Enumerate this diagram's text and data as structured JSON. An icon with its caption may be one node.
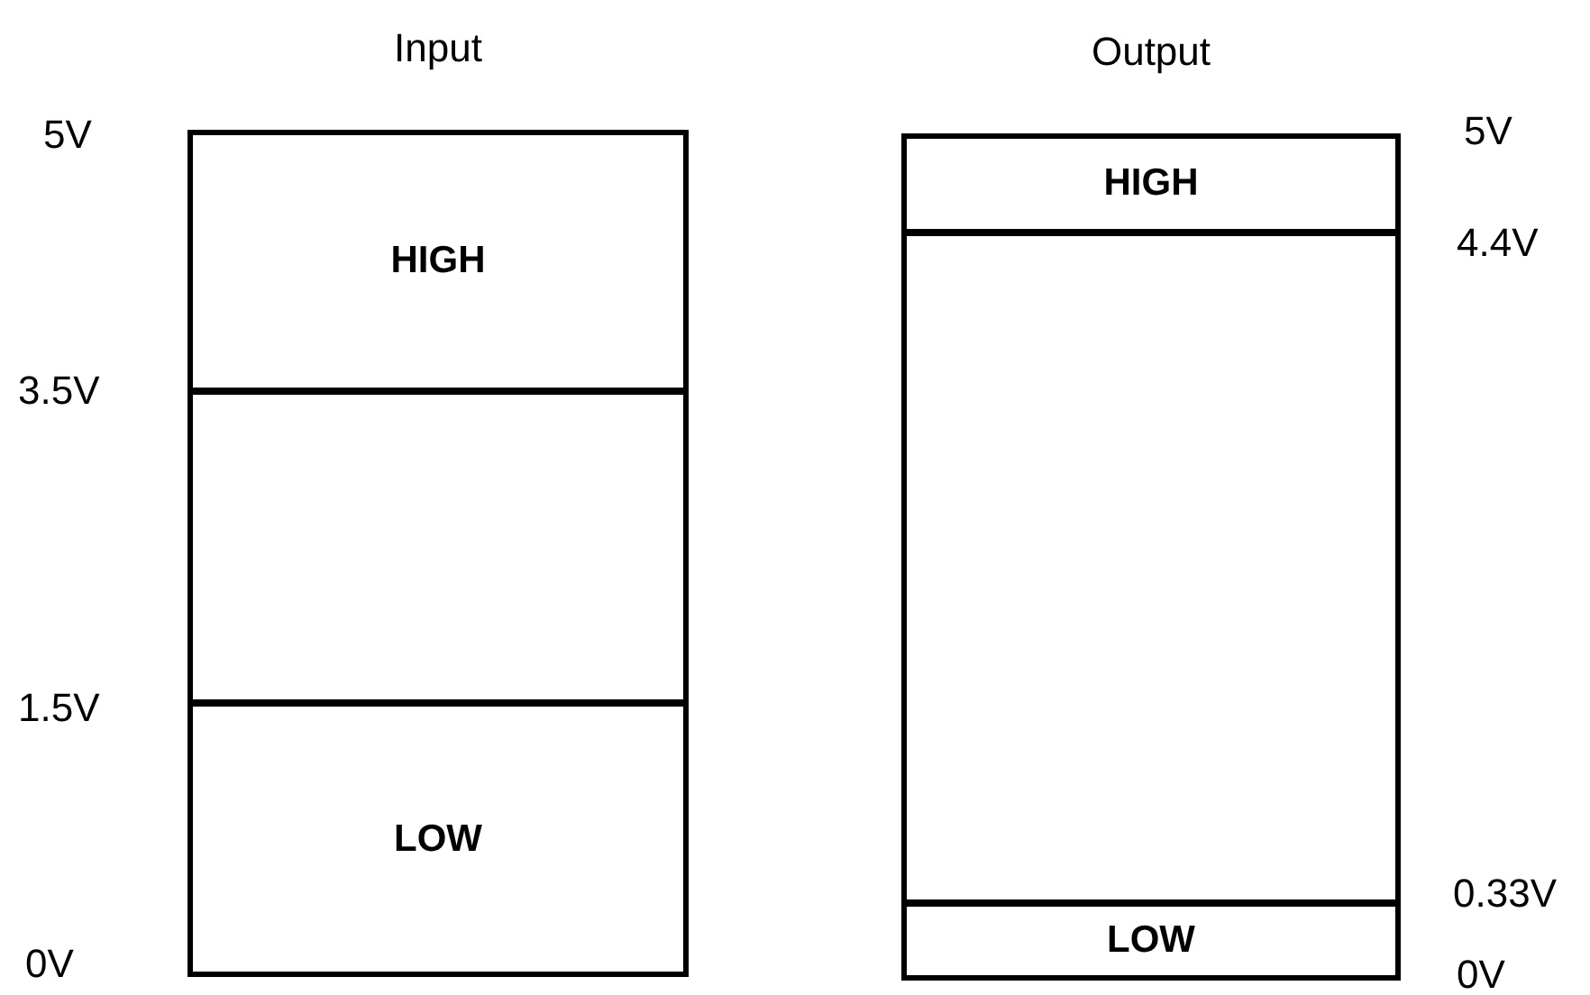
{
  "diagram": {
    "nodes": [
      {
        "text": [
          "Input"
        ]
      },
      {
        "text": [
          "HIGH"
        ],
        "in": 0
      },
      {
        "text": [],
        "shape": "box",
        "in": 0
      },
      {
        "text": [
          "LOW"
        ],
        "in": 0
      },
      {
        "text": [
          "Output"
        ]
      },
      {
        "text": [
          "HIGH"
        ],
        "in": 4
      },
      {
        "text": [],
        "shape": "box",
        "in": 4
      },
      {
        "text": [
          "LOW"
        ],
        "in": 4
      }
    ],
    "labels": [
      "5V",
      "5V",
      "4.4V",
      "3.5V",
      "1.5V",
      "0.33V",
      "0V",
      "0V"
    ]
  }
}
